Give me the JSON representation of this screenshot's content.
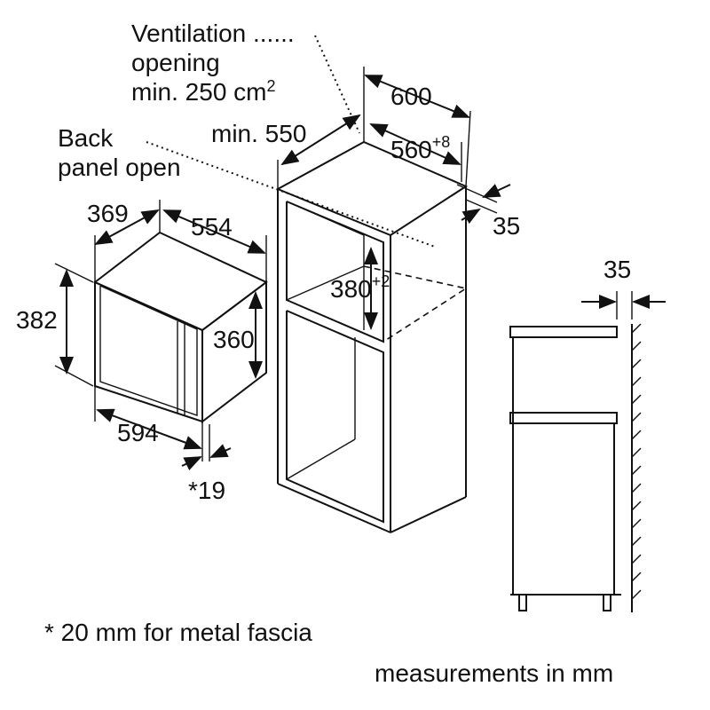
{
  "labels": {
    "ventilation": "Ventilation ......",
    "opening": "opening",
    "min_area": "min. 250 cm",
    "min_area_sup": "2",
    "width_600": "600",
    "min_550": "min. 550",
    "width_560": "560",
    "width_560_sup": "+8",
    "back": "Back",
    "panel_open": "panel open",
    "depth_35": "35",
    "depth_369": "369",
    "width_554": "554",
    "height_380": "380",
    "height_380_sup": "+2",
    "height_382": "382",
    "height_360": "360",
    "width_594": "594",
    "fascia_19": "*19",
    "side_35": "35"
  },
  "footnote": "* 20 mm for metal fascia",
  "units_note": "measurements in mm"
}
